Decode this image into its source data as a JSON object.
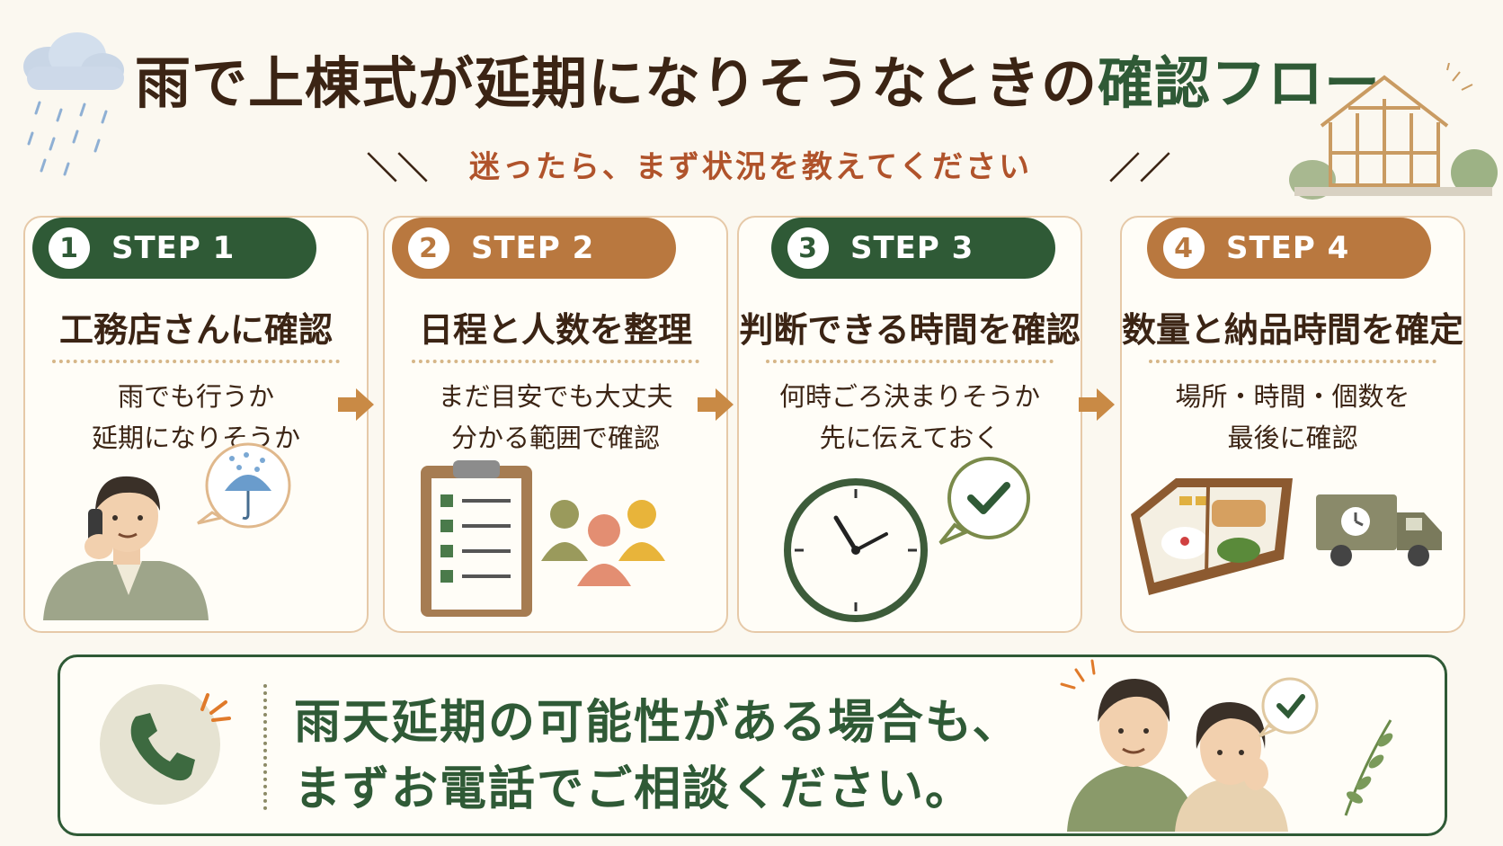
{
  "header": {
    "title_part1": "雨で上棟式が延期になりそうなときの",
    "title_part2": "確認フロー",
    "subtitle": "迷ったら、まず状況を教えてください"
  },
  "steps": [
    {
      "num": "1",
      "label": "STEP 1",
      "heading": "工務店さんに確認",
      "desc1": "雨でも行うか",
      "desc2": "延期になりそうか",
      "color": "#2f5a36"
    },
    {
      "num": "2",
      "label": "STEP 2",
      "heading": "日程と人数を整理",
      "desc1": "まだ目安でも大丈夫",
      "desc2": "分かる範囲で確認",
      "color": "#b9783f"
    },
    {
      "num": "3",
      "label": "STEP 3",
      "heading": "判断できる時間を確認",
      "desc1": "何時ごろ決まりそうか",
      "desc2": "先に伝えておく",
      "color": "#2f5a36"
    },
    {
      "num": "4",
      "label": "STEP 4",
      "heading": "数量と納品時間を確定",
      "desc1": "場所・時間・個数を",
      "desc2": "最後に確認",
      "color": "#b9783f"
    }
  ],
  "banner": {
    "line1": "雨天延期の可能性がある場合も、",
    "line2": "まずお電話でご相談ください。"
  },
  "colors": {
    "green": "#2f5a36",
    "brown": "#b9783f",
    "arrow": "#c98a45",
    "bg": "#fbf8f0"
  },
  "icons": [
    "rain-cloud-icon",
    "house-frame-icon",
    "worker-phone-icon",
    "umbrella-bubble-icon",
    "clipboard-icon",
    "people-icon",
    "clock-icon",
    "check-bubble-icon",
    "bento-box-icon",
    "delivery-truck-icon",
    "phone-icon",
    "couple-icon",
    "leaf-icon"
  ]
}
